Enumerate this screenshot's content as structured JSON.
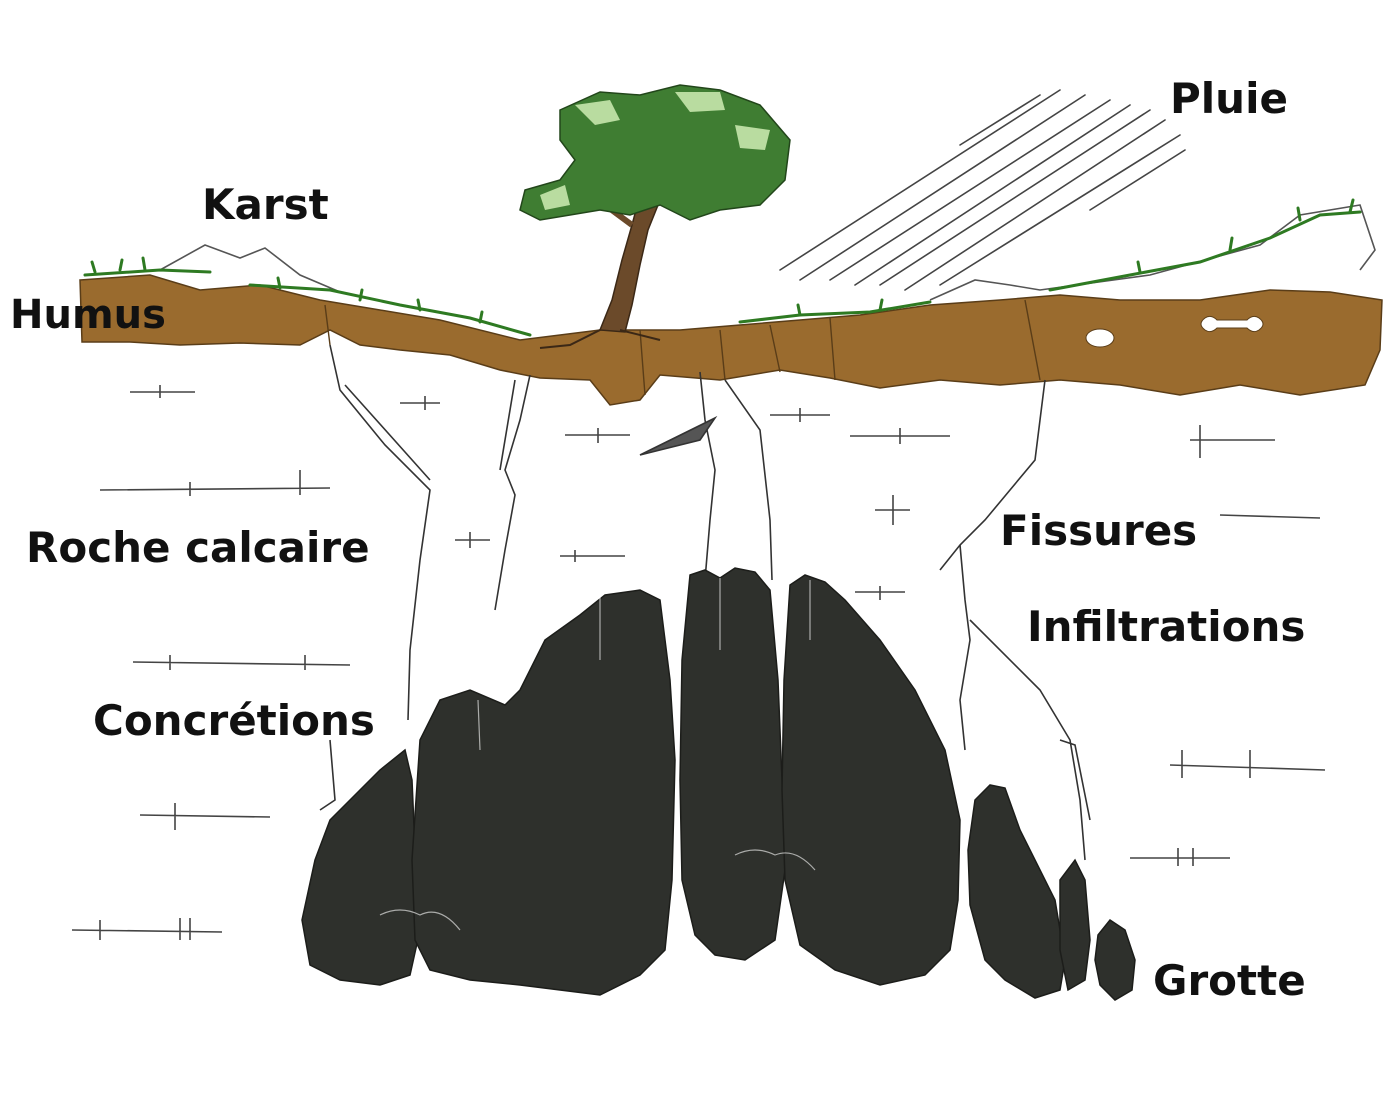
{
  "labels": {
    "pluie": "Pluie",
    "karst": "Karst",
    "humus": "Humus",
    "roche_calcaire": "Roche calcaire",
    "fissures": "Fissures",
    "infiltrations": "Infiltrations",
    "concretions": "Concrétions",
    "grotte": "Grotte"
  },
  "colors": {
    "humus": "#9a6b2e",
    "humus_dark": "#7d5522",
    "grass": "#3f8f2e",
    "tree_trunk": "#6b4a2a",
    "foliage": "#3f7d32",
    "foliage_light": "#b9dca0",
    "cave": "#2e302c",
    "line": "#333333"
  },
  "icons": {
    "tree": "tree-icon",
    "rain": "rain-streaks-icon"
  }
}
